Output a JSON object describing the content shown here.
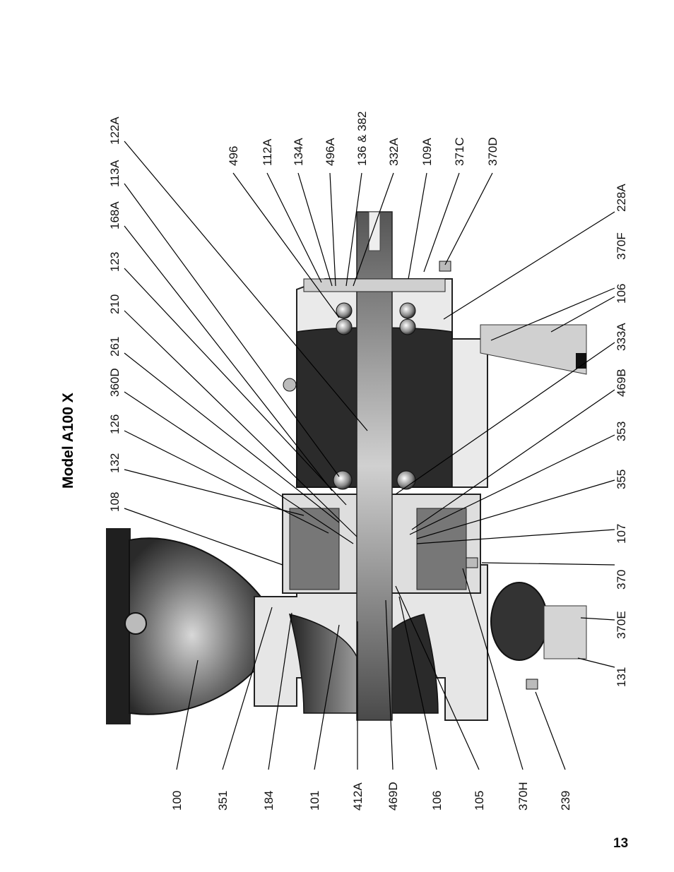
{
  "title": "Model A100 X",
  "page_number": "13",
  "labels": {
    "l122A": "122A",
    "l113A": "113A",
    "l168A": "168A",
    "l123": "123",
    "l210": "210",
    "l261": "261",
    "l360D": "360D",
    "l126": "126",
    "l132": "132",
    "l108": "108",
    "l496": "496",
    "l112A": "112A",
    "l134A": "134A",
    "l496A": "496A",
    "l136_382": "136 & 382",
    "l332A": "332A",
    "l109A": "109A",
    "l371C": "371C",
    "l370D": "370D",
    "l228A": "228A",
    "l370F": "370F",
    "l106r": "106",
    "l333A": "333A",
    "l469B": "469B",
    "l353": "353",
    "l355": "355",
    "l107": "107",
    "l370": "370",
    "l370E": "370E",
    "l131": "131",
    "l100": "100",
    "l351": "351",
    "l184": "184",
    "l101": "101",
    "l412A": "412A",
    "l469D": "469D",
    "l106b": "106",
    "l105": "105",
    "l370H": "370H",
    "l239": "239"
  }
}
